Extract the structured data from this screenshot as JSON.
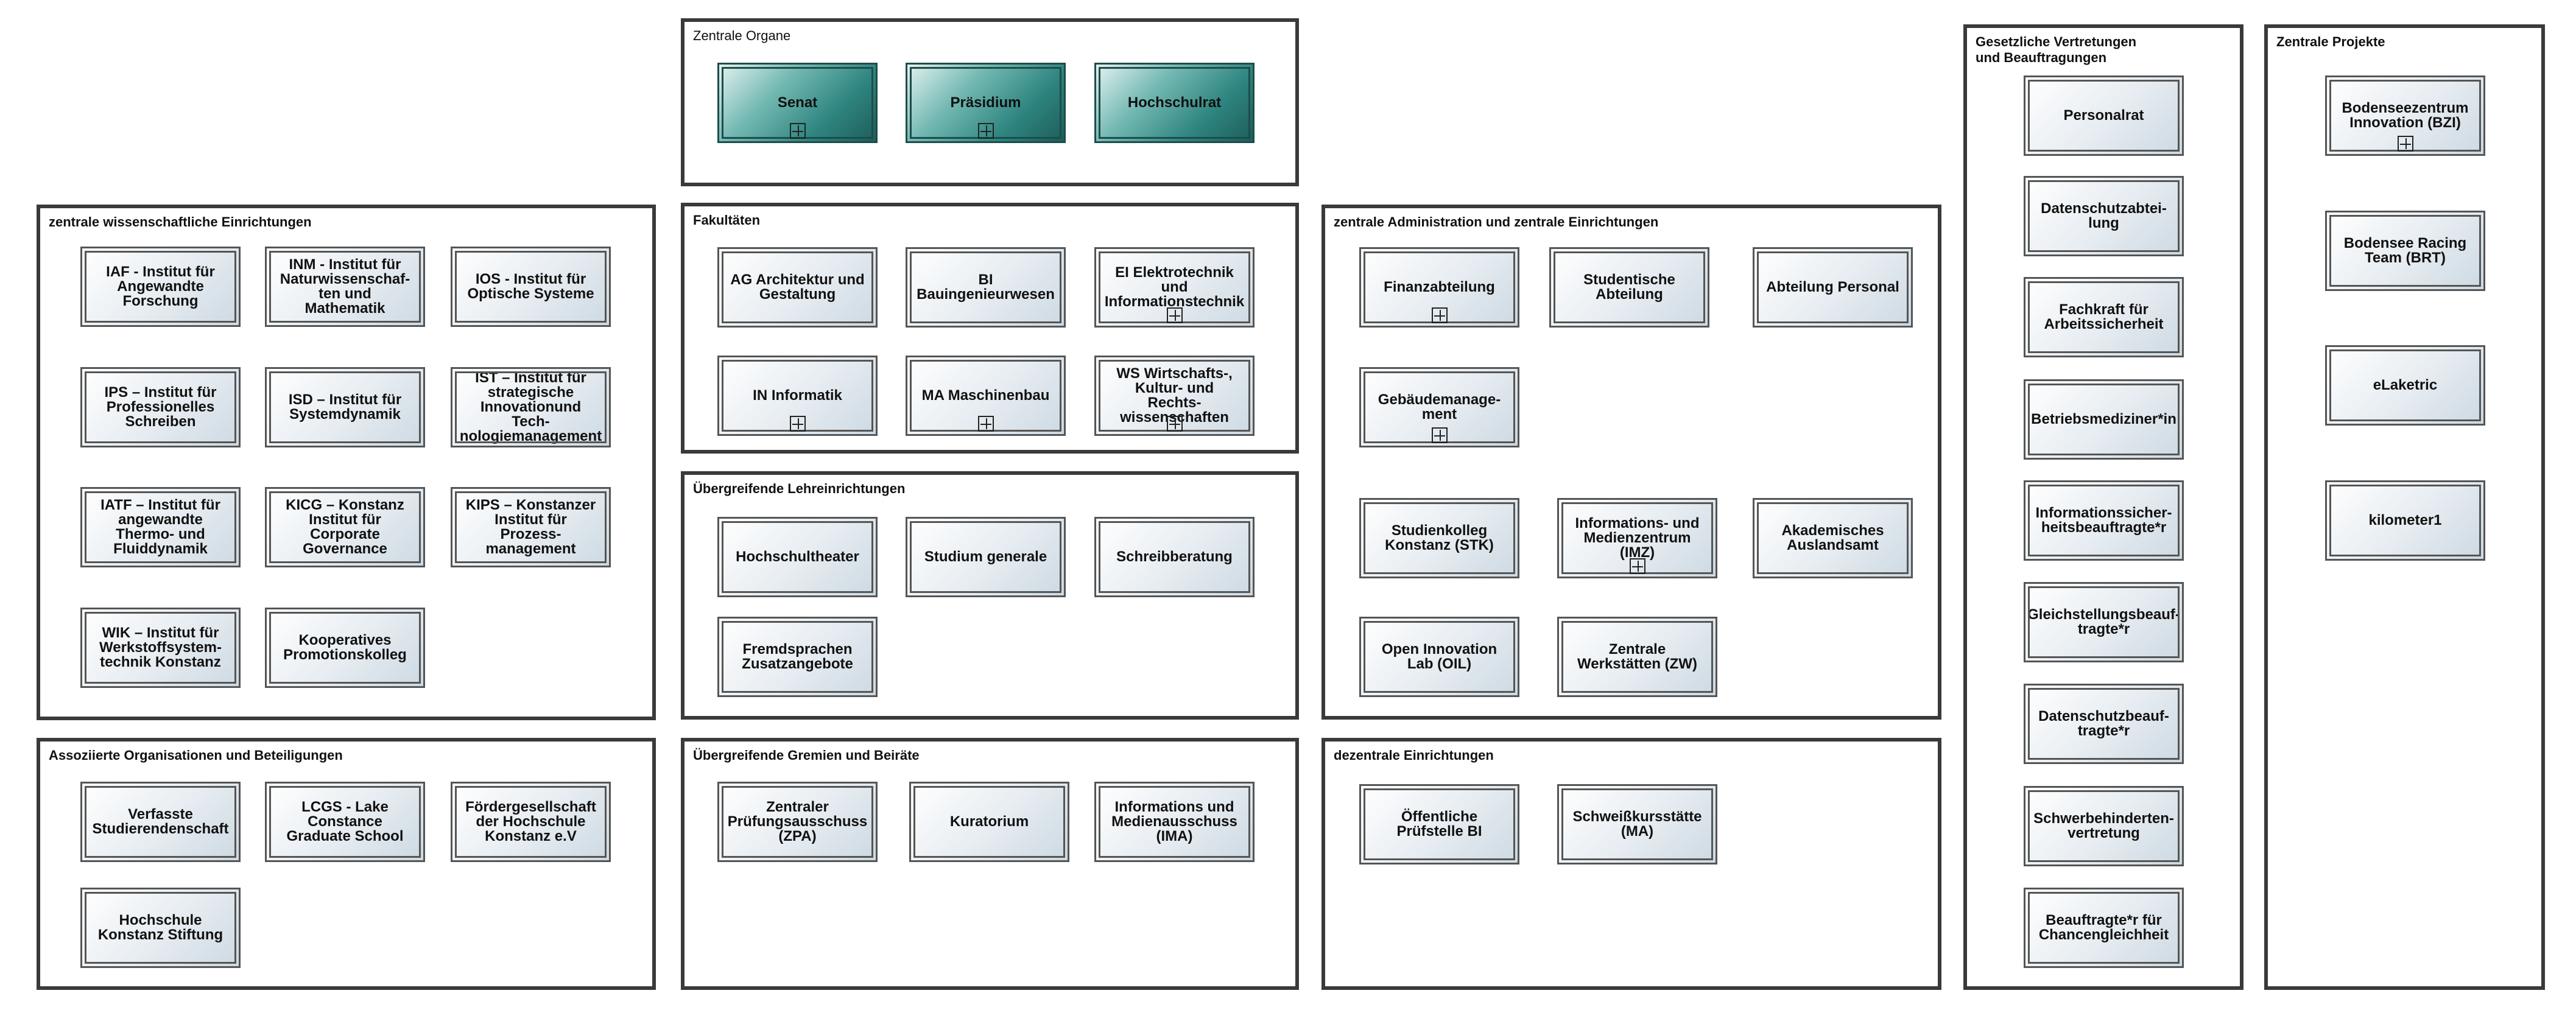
{
  "groups": {
    "zentrale_organe": {
      "title": "Zentrale Organe"
    },
    "wiss_einrichtungen": {
      "title": "zentrale wissenschaftliche Einrichtungen"
    },
    "fakultaeten": {
      "title": "Fakultäten"
    },
    "administration": {
      "title": "zentrale Administration und zentrale Einrichtungen"
    },
    "lehreinrichtungen": {
      "title": "Übergreifende Lehreinrichtungen"
    },
    "assoziierte": {
      "title": "Assoziierte Organisationen und Beteiligungen"
    },
    "gremien": {
      "title": "Übergreifende Gremien und Beiräte"
    },
    "dezentrale": {
      "title": "dezentrale Einrichtungen"
    },
    "gesetzliche": {
      "title": "Gesetzliche Vertretungen\nund Beauftragungen"
    },
    "projekte": {
      "title": "Zentrale Projekte"
    }
  },
  "nodes": {
    "senat": "Senat",
    "praesidium": "Präsidium",
    "hochschulrat": "Hochschulrat",
    "iaf": "IAF - Institut für\nAngewandte\nForschung",
    "inm": "INM - Institut für\nNaturwissenschaf-\nten und Mathematik",
    "ios": "IOS - Institut für\nOptische Systeme",
    "ips": "IPS – Institut für\nProfessionelles\nSchreiben",
    "isd": "ISD – Institut für\nSystemdynamik",
    "ist": "IST – Institut für\nstrategische\nInnovationund Tech-\nnologiemanagement",
    "iatf": "IATF – Institut für\nangewandte\nThermo- und\nFluiddynamik",
    "kicg": "KICG – Konstanz\nInstitut für\nCorporate\nGovernance",
    "kips": "KIPS – Konstanzer\nInstitut für Prozess-\nmanagement",
    "wik": "WIK – Institut für\nWerkstoffsystem-\ntechnik Konstanz",
    "kooperatives": "Kooperatives\nPromotionskolleg",
    "ag": "AG Architektur und\nGestaltung",
    "bi": "BI\nBauingenieurwesen",
    "ei": "EI Elektrotechnik\nund\nInformationstechnik",
    "in": "IN Informatik",
    "ma": "MA Maschinenbau",
    "ws": "WS Wirtschafts-,\nKultur- und Rechts-\nwissenschaften",
    "finanz": "Finanzabteilung",
    "studentische": "Studentische\nAbteilung",
    "personal_abt": "Abteilung Personal",
    "gebaeude": "Gebäudemanage-\nment",
    "studienkolleg": "Studienkolleg\nKonstanz (STK)",
    "imz": "Informations- und\nMedienzentrum\n(IMZ)",
    "auslandsamt": "Akademisches\nAuslandsamt",
    "oil": "Open Innovation\nLab (OIL)",
    "zw": "Zentrale\nWerkstätten (ZW)",
    "hochschultheater": "Hochschultheater",
    "studium_generale": "Studium generale",
    "schreibberatung": "Schreibberatung",
    "fremdsprachen": "Fremdsprachen\nZusatzangebote",
    "verfasste": "Verfasste\nStudierendenschaft",
    "lcgs": "LCGS - Lake\nConstance\nGraduate School",
    "foerder": "Fördergesellschaft\nder Hochschule\nKonstanz e.V",
    "stiftung": "Hochschule\nKonstanz Stiftung",
    "zpa": "Zentraler\nPrüfungsausschuss\n(ZPA)",
    "kuratorium": "Kuratorium",
    "ima": "Informations und\nMedienausschuss\n(IMA)",
    "pruefstelle": "Öffentliche\nPrüfstelle BI",
    "schweiss": "Schweißkursstätte\n(MA)",
    "personalrat": "Personalrat",
    "datenschutzabt": "Datenschutzabtei-\nlung",
    "fachkraft": "Fachkraft für\nArbeitssicherheit",
    "betriebsmediziner": "Betriebsmediziner*in",
    "infosicherheit": "Informationssicher-\nheitsbeauftragte*r",
    "gleichstellung": "Gleichstellungsbeauf-\ntragte*r",
    "datenschutzbeauf": "Datenschutzbeauf-\ntragte*r",
    "schwerbehinderten": "Schwerbehinderten-\nvertretung",
    "chancengleichheit": "Beauftragte*r für\nChancengleichheit",
    "bzi": "Bodenseezentrum\nInnovation (BZI)",
    "brt": "Bodensee Racing\nTeam (BRT)",
    "elaketric": "eLaketric",
    "kilometer1": "kilometer1"
  },
  "icons": {
    "expand": "plus-box-icon"
  }
}
